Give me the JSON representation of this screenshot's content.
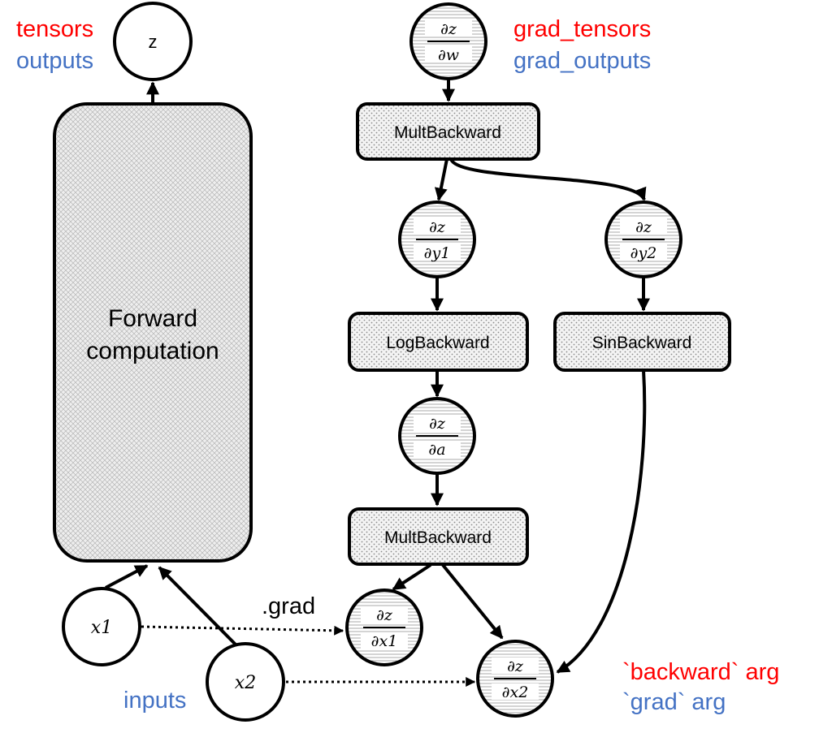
{
  "legend_top_left": {
    "tensors": "tensors",
    "outputs": "outputs"
  },
  "legend_top_right": {
    "grad_tensors": "grad_tensors",
    "grad_outputs": "grad_outputs"
  },
  "legend_bottom_right": {
    "backward_arg": "`backward` arg",
    "grad_arg": "`grad` arg"
  },
  "inputs_label": "inputs",
  "forward": {
    "line1": "Forward",
    "line2": "computation"
  },
  "nodes": {
    "z": "z",
    "x1": "x1",
    "x2": "x2",
    "dz_dw": {
      "num": "∂z",
      "den": "∂w"
    },
    "dz_dy1": {
      "num": "∂z",
      "den": "∂y1"
    },
    "dz_dy2": {
      "num": "∂z",
      "den": "∂y2"
    },
    "dz_da": {
      "num": "∂z",
      "den": "∂a"
    },
    "dz_dx1": {
      "num": "∂z",
      "den": "∂x1"
    },
    "dz_dx2": {
      "num": "∂z",
      "den": "∂x2"
    }
  },
  "boxes": {
    "mult_top": "MultBackward",
    "log": "LogBackward",
    "sin": "SinBackward",
    "mult_bottom": "MultBackward"
  },
  "grad_label": ".grad"
}
